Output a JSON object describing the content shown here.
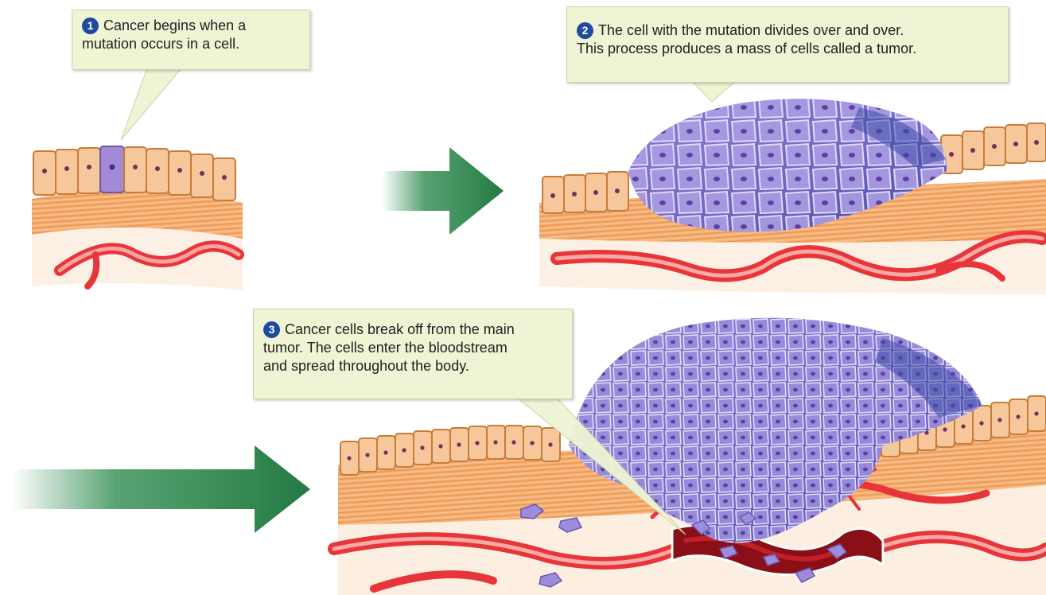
{
  "steps": [
    {
      "number": "1",
      "lines": [
        "Cancer begins when a",
        "mutation occurs in a cell."
      ]
    },
    {
      "number": "2",
      "lines": [
        "The cell with the mutation divides over and over.",
        "This process produces a mass of cells called a tumor."
      ]
    },
    {
      "number": "3",
      "lines": [
        "Cancer cells break off from the main",
        "tumor. The cells enter the bloodstream",
        "and spread throughout the body."
      ]
    }
  ],
  "colors": {
    "callout_fill": "#eef4d4",
    "badge": "#1f4aa0",
    "arrow": "#2e8b4e",
    "epithelial_cell": "#f6c79a",
    "mutated_cell": "#a38ad6",
    "tumor_dark": "#5a55b8",
    "muscle_layer": "#f2a058",
    "blood_vessel": "#e8353a"
  }
}
